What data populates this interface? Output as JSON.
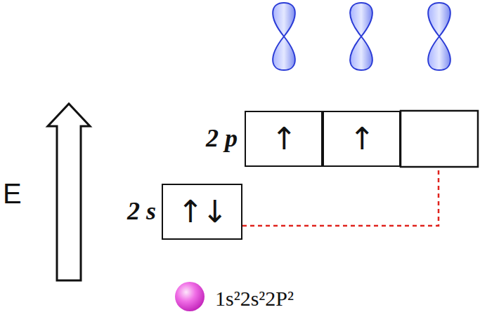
{
  "diagram": {
    "nodes": [
      {
        "text": [
          "↑"
        ]
      },
      {
        "text": [
          "↑"
        ]
      },
      {
        "text": [
          "↑↓"
        ]
      }
    ],
    "labels": [
      "E",
      "2 p",
      "2 s",
      "1s²2s²2P²"
    ]
  }
}
